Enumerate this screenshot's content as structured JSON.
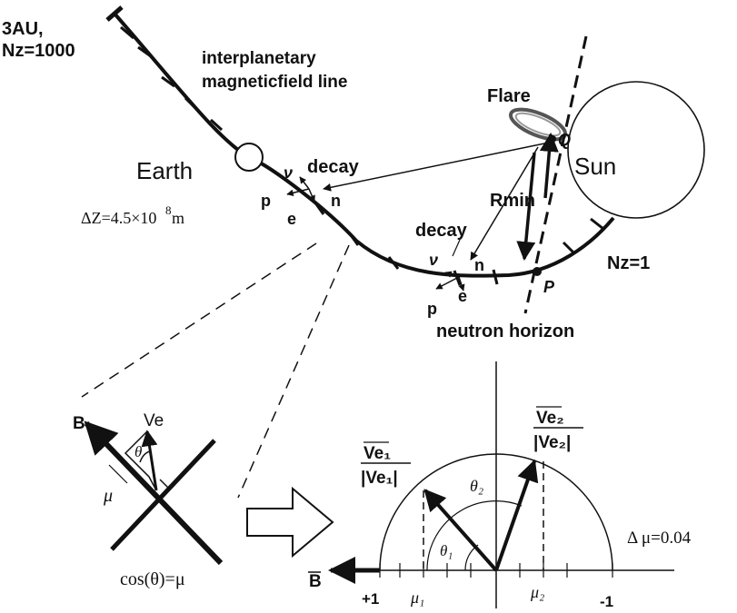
{
  "labels": {
    "au": "3AU,",
    "nz_top": "Nz=1000",
    "imf_line1": "interplanetary",
    "imf_line2": "magneticfield line",
    "flare": "Flare",
    "q": "Q",
    "sun": "Sun",
    "earth": "Earth",
    "decay1": "decay",
    "nu1": "ν",
    "n1": "n",
    "p1": "p",
    "e1": "e",
    "dz_main": "ΔZ=4.5×10",
    "dz_exp": "8",
    "dz_unit": "m",
    "rmin": "Rmin",
    "decay2": "decay",
    "nu2": "ν",
    "n2": "n",
    "p2": "p",
    "e2": "e",
    "p_point": "P",
    "nz_bottom": "Nz=1",
    "neutron_horizon": "neutron horizon",
    "b_vec": "B",
    "ve": "Ve",
    "theta": "θ",
    "mu_small": "μ",
    "cos_eq": "cos(θ)=μ",
    "ve1_num": "Ve₁",
    "ve1_den": "|Ve₁|",
    "ve2_num": "Ve₂",
    "ve2_den": "|Ve₂|",
    "theta2": "θ₂",
    "theta1": "θ₁",
    "delta_mu": "Δ μ=0.04",
    "b_bar": "B",
    "plus_one": "+1",
    "mu1": "μ₁",
    "mu2": "μ₂",
    "minus_one": "-1"
  }
}
